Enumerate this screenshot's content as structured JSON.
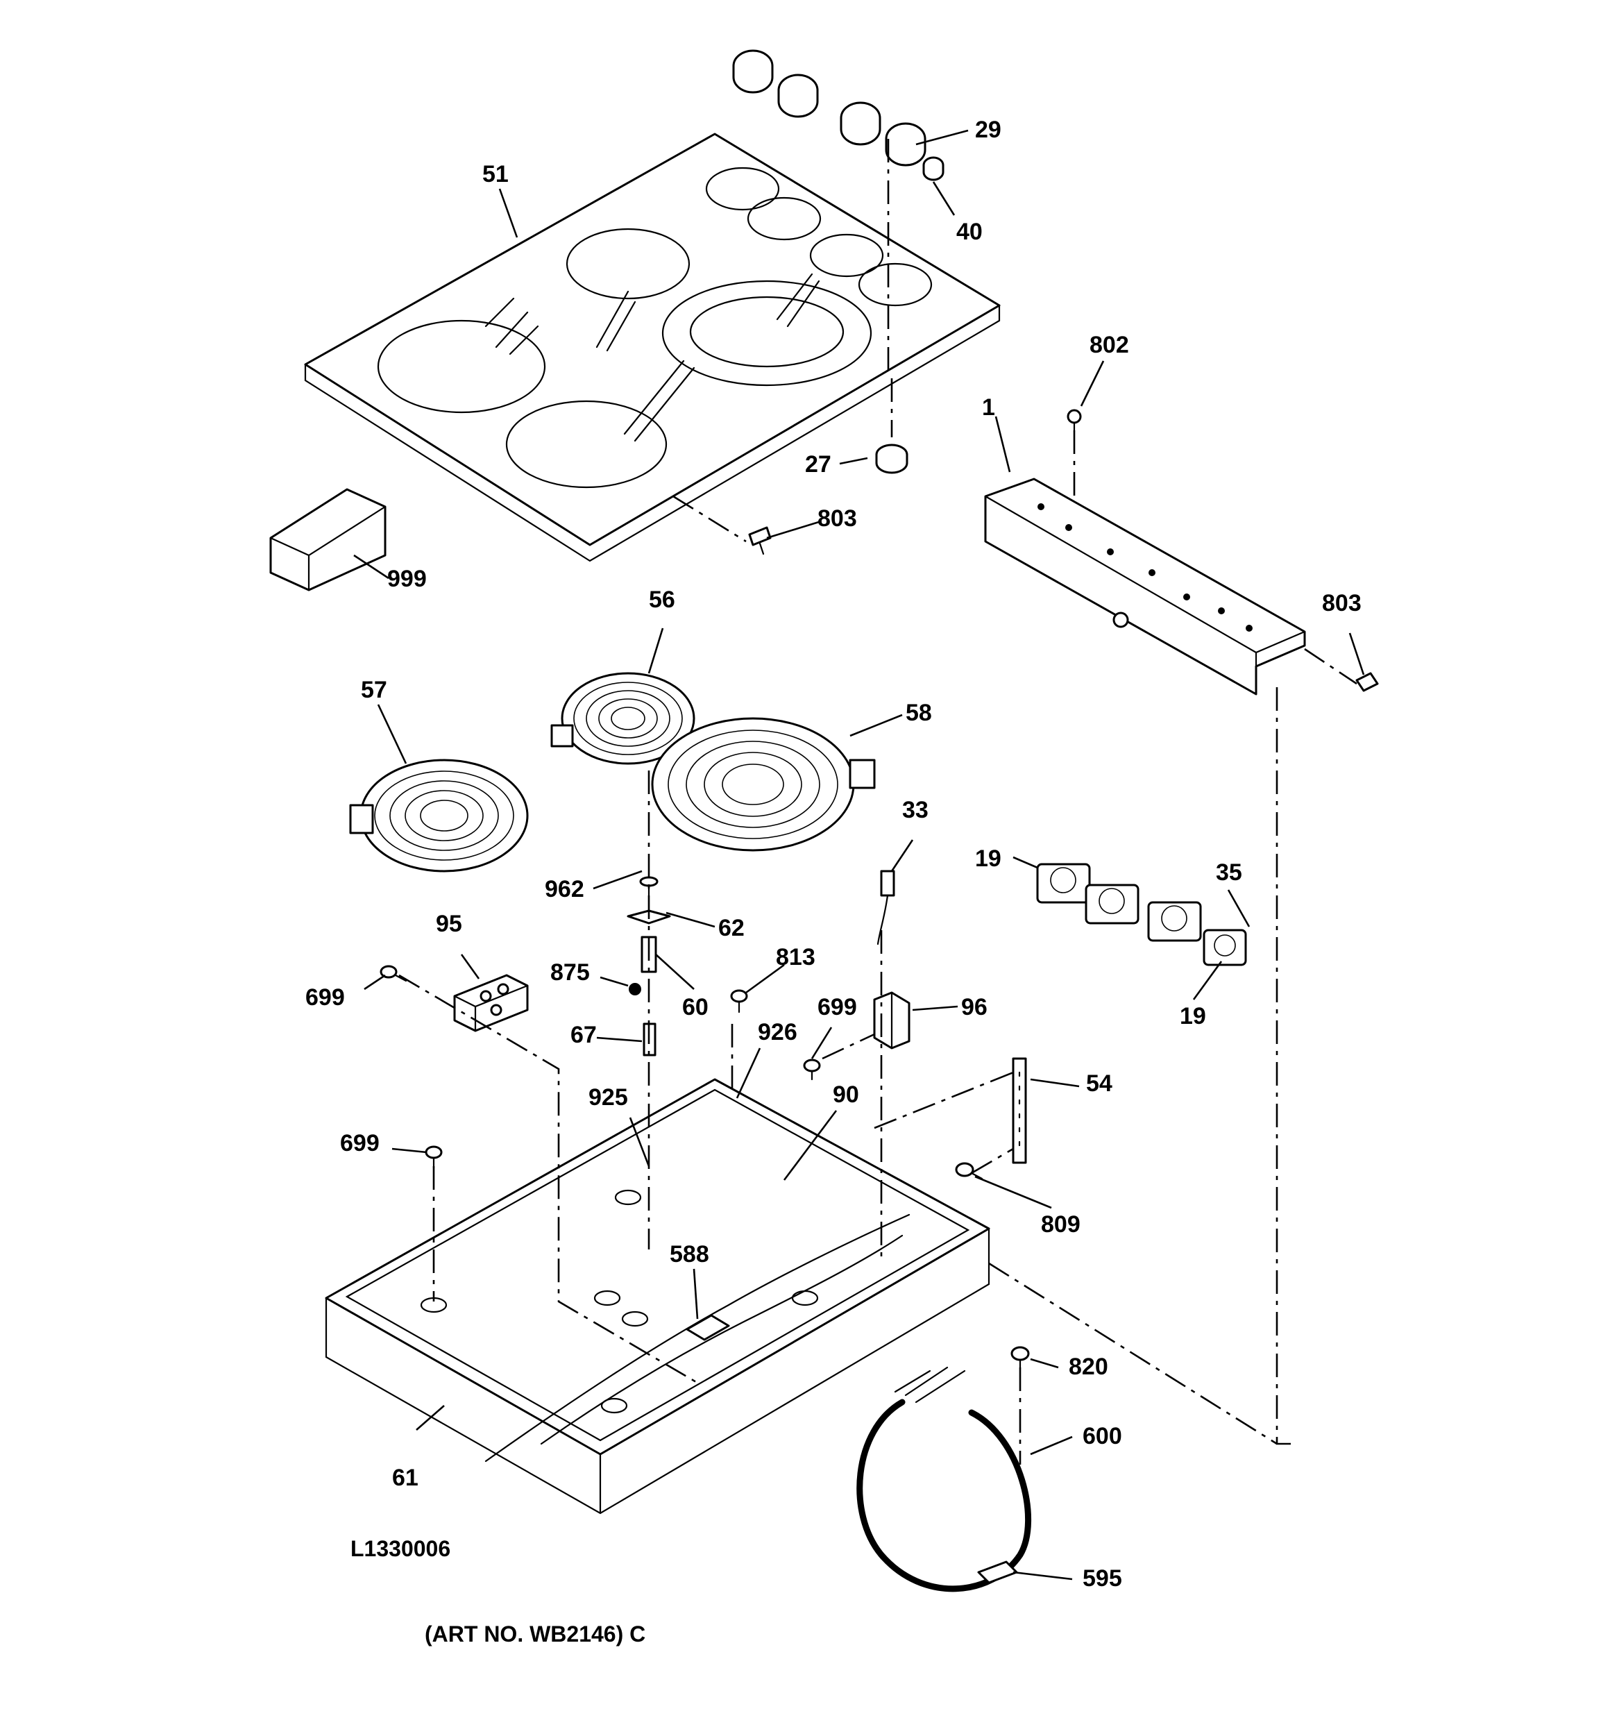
{
  "diagram": {
    "callouts": [
      {
        "id": "c-29",
        "label": "29"
      },
      {
        "id": "c-51",
        "label": "51"
      },
      {
        "id": "c-40",
        "label": "40"
      },
      {
        "id": "c-802",
        "label": "802"
      },
      {
        "id": "c-1",
        "label": "1"
      },
      {
        "id": "c-27",
        "label": "27"
      },
      {
        "id": "c-803a",
        "label": "803"
      },
      {
        "id": "c-999",
        "label": "999"
      },
      {
        "id": "c-803b",
        "label": "803"
      },
      {
        "id": "c-56",
        "label": "56"
      },
      {
        "id": "c-57",
        "label": "57"
      },
      {
        "id": "c-58",
        "label": "58"
      },
      {
        "id": "c-33",
        "label": "33"
      },
      {
        "id": "c-19a",
        "label": "19"
      },
      {
        "id": "c-35",
        "label": "35"
      },
      {
        "id": "c-962",
        "label": "962"
      },
      {
        "id": "c-62",
        "label": "62"
      },
      {
        "id": "c-95",
        "label": "95"
      },
      {
        "id": "c-813",
        "label": "813"
      },
      {
        "id": "c-875",
        "label": "875"
      },
      {
        "id": "c-699a",
        "label": "699"
      },
      {
        "id": "c-60",
        "label": "60"
      },
      {
        "id": "c-699b",
        "label": "699"
      },
      {
        "id": "c-96",
        "label": "96"
      },
      {
        "id": "c-19b",
        "label": "19"
      },
      {
        "id": "c-67",
        "label": "67"
      },
      {
        "id": "c-926",
        "label": "926"
      },
      {
        "id": "c-54",
        "label": "54"
      },
      {
        "id": "c-925",
        "label": "925"
      },
      {
        "id": "c-90",
        "label": "90"
      },
      {
        "id": "c-699c",
        "label": "699"
      },
      {
        "id": "c-809",
        "label": "809"
      },
      {
        "id": "c-588",
        "label": "588"
      },
      {
        "id": "c-820",
        "label": "820"
      },
      {
        "id": "c-600",
        "label": "600"
      },
      {
        "id": "c-61",
        "label": "61"
      },
      {
        "id": "c-595",
        "label": "595"
      }
    ],
    "figure_id": "L1330006",
    "art_number": "(ART NO. WB2146) C"
  }
}
